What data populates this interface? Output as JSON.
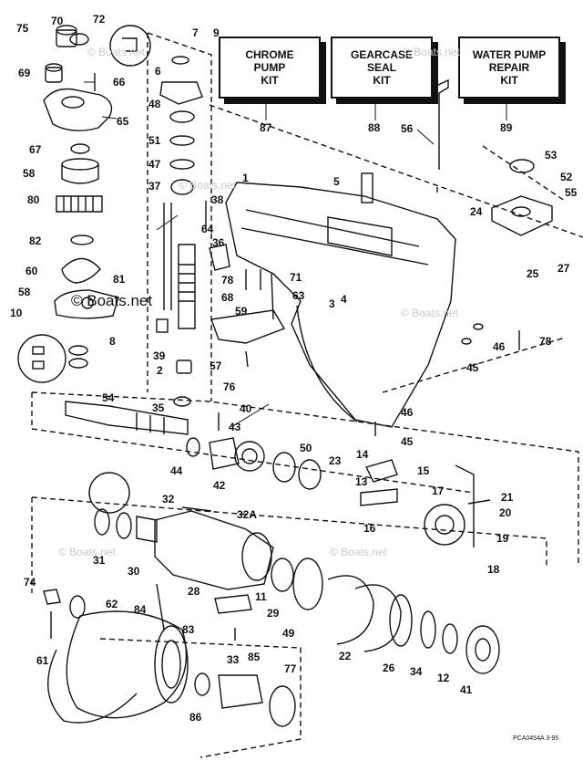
{
  "kits": [
    {
      "id": "chrome-pump-kit",
      "lines": [
        "CHROME",
        "PUMP",
        "KIT"
      ],
      "number": "87"
    },
    {
      "id": "gearcase-seal-kit",
      "lines": [
        "GEARCASE",
        "SEAL",
        "KIT"
      ],
      "number": "88"
    },
    {
      "id": "water-pump-repair-kit",
      "lines": [
        "WATER PUMP",
        "REPAIR",
        "KIT"
      ],
      "number": "89"
    }
  ],
  "part_numbers": [
    "75",
    "70",
    "72",
    "69",
    "66",
    "65",
    "67",
    "58",
    "80",
    "82",
    "60",
    "81",
    "58",
    "10",
    "8",
    "7",
    "9",
    "6",
    "48",
    "51",
    "47",
    "37",
    "38",
    "64",
    "36",
    "39",
    "2",
    "35",
    "54",
    "44",
    "42",
    "43",
    "40",
    "50",
    "23",
    "1",
    "5",
    "78",
    "68",
    "71",
    "63",
    "3",
    "4",
    "59",
    "57",
    "76",
    "56",
    "53",
    "52",
    "55",
    "24",
    "25",
    "27",
    "46",
    "78",
    "45",
    "46",
    "45",
    "14",
    "13",
    "16",
    "15",
    "17",
    "21",
    "20",
    "19",
    "18",
    "32",
    "32A",
    "31",
    "30",
    "28",
    "11",
    "29",
    "49",
    "22",
    "26",
    "34",
    "12",
    "41",
    "74",
    "62",
    "84",
    "83",
    "33",
    "85",
    "61",
    "86",
    "77"
  ],
  "watermark": "© Boats.net",
  "faint_watermarks": [
    "© Boats.net",
    "© Boats.net",
    "© Boats.net",
    "© Boats.net",
    "© Boats.net",
    "© Boats.net"
  ],
  "reference_code": "PCA0454A   3-95",
  "colors": {
    "ink": "#111111",
    "background": "#ffffff",
    "watermark": "#c9c9c9"
  }
}
